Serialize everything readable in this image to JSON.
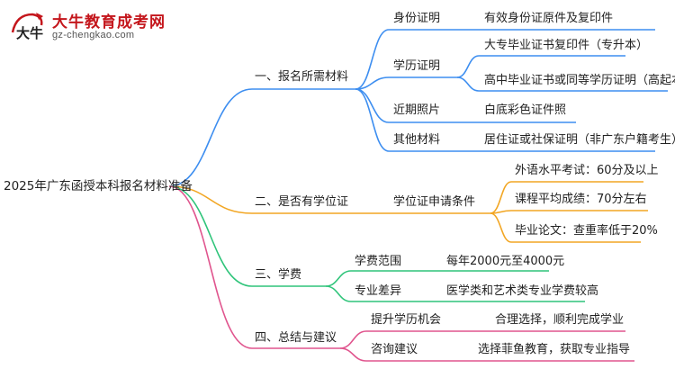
{
  "logo": {
    "name": "大牛教育成考网",
    "url": "gz-chengkao.com",
    "mark_text": "大牛"
  },
  "root": "2025年广东函授本科报名材料准备",
  "colors": {
    "blue": "#3d8ef0",
    "orange": "#f2a623",
    "green": "#2fc47a",
    "pink": "#e0558e"
  },
  "branches": [
    {
      "label": "一、报名所需材料",
      "color": "blue",
      "items": [
        {
          "label": "身份证明",
          "children": [
            "有效身份证原件及复印件"
          ]
        },
        {
          "label": "学历证明",
          "children": [
            "大专毕业证书复印件（专升本）",
            "高中毕业证书或同等学历证明（高起本）"
          ]
        },
        {
          "label": "近期照片",
          "children": [
            "白底彩色证件照"
          ]
        },
        {
          "label": "其他材料",
          "children": [
            "居住证或社保证明（非广东户籍考生）"
          ]
        }
      ]
    },
    {
      "label": "二、是否有学位证",
      "color": "orange",
      "items": [
        {
          "label": "学位证申请条件",
          "children": [
            "外语水平考试：60分及以上",
            "课程平均成绩：70分左右",
            "毕业论文：查重率低于20%"
          ]
        }
      ]
    },
    {
      "label": "三、学费",
      "color": "green",
      "items": [
        {
          "label": "学费范围",
          "children": [
            "每年2000元至4000元"
          ]
        },
        {
          "label": "专业差异",
          "children": [
            "医学类和艺术类专业学费较高"
          ]
        }
      ]
    },
    {
      "label": "四、总结与建议",
      "color": "pink",
      "items": [
        {
          "label": "提升学历机会",
          "children": [
            "合理选择，顺利完成学业"
          ]
        },
        {
          "label": "咨询建议",
          "children": [
            "选择菲鱼教育，获取专业指导"
          ]
        }
      ]
    }
  ]
}
